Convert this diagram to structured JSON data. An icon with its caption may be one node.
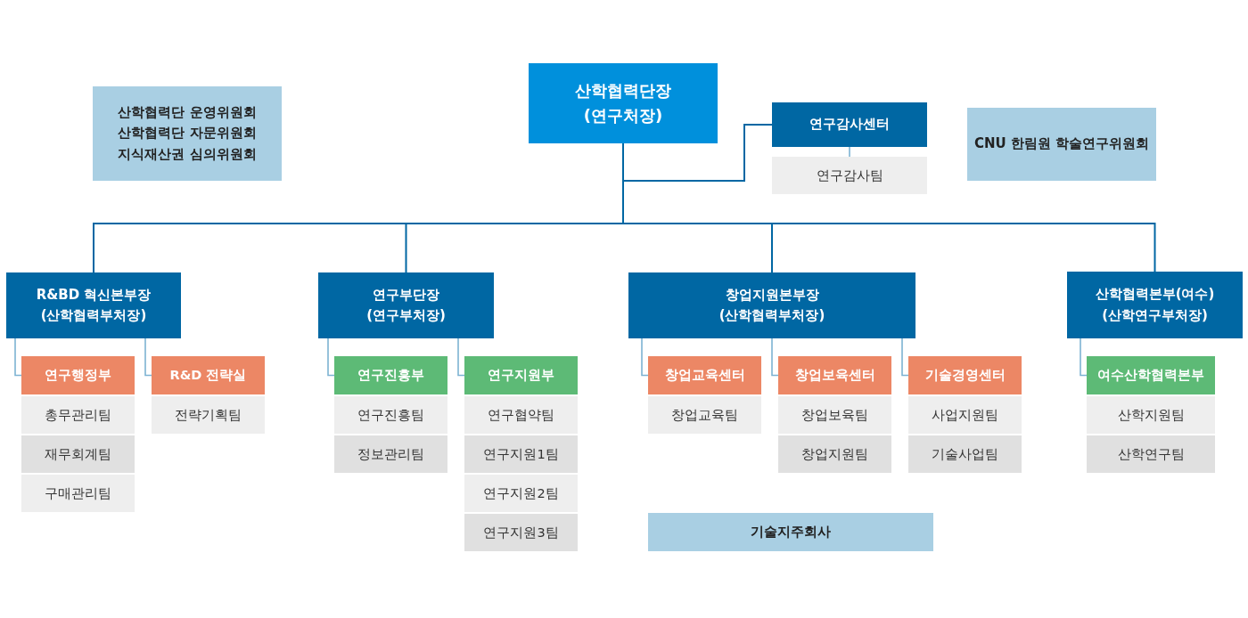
{
  "diagram": {
    "nodes": [
      {
        "text": [
          "산학협력단 운영위원회",
          "산학협력단 자문위원회",
          "지식재산권 심의위원회"
        ]
      },
      {
        "text": [
          "산학협력단장 (연구처장)"
        ]
      },
      {
        "text": [
          "연구감사센터"
        ]
      },
      {
        "text": [
          "연구감사팀"
        ]
      },
      {
        "text": [
          "CNU 한림원 학술연구위원회"
        ]
      },
      {
        "text": [
          "R&BD 혁신본부장 (산학협력부처장)"
        ]
      },
      {
        "text": [
          "연구행정부"
        ]
      },
      {
        "text": [
          "총무관리팀"
        ]
      },
      {
        "text": [
          "재무회계팀"
        ]
      },
      {
        "text": [
          "구매관리팀"
        ]
      },
      {
        "text": [
          "R&D 전략실"
        ]
      },
      {
        "text": [
          "전략기획팀"
        ]
      },
      {
        "text": [
          "연구부단장 (연구부처장)"
        ]
      },
      {
        "text": [
          "연구진흥부"
        ]
      },
      {
        "text": [
          "연구진흥팀"
        ]
      },
      {
        "text": [
          "정보관리팀"
        ]
      },
      {
        "text": [
          "연구지원부"
        ]
      },
      {
        "text": [
          "연구협약팀"
        ]
      },
      {
        "text": [
          "연구지원1팀"
        ]
      },
      {
        "text": [
          "연구지원2팀"
        ]
      },
      {
        "text": [
          "연구지원3팀"
        ]
      },
      {
        "text": [
          "창업지원본부장 (산학협력부처장)"
        ]
      },
      {
        "text": [
          "창업교육센터"
        ]
      },
      {
        "text": [
          "창업교육팀"
        ]
      },
      {
        "text": [
          "창업보육센터"
        ]
      },
      {
        "text": [
          "창업보육팀"
        ]
      },
      {
        "text": [
          "창업지원팀"
        ]
      },
      {
        "text": [
          "기술경영센터"
        ]
      },
      {
        "text": [
          "사업지원팀"
        ]
      },
      {
        "text": [
          "기술사업팀"
        ]
      },
      {
        "text": [
          "산학협력본부(여수) (산학연구부처장)"
        ]
      },
      {
        "text": [
          "여수산학협력본부"
        ]
      },
      {
        "text": [
          "산학지원팀"
        ]
      },
      {
        "text": [
          "산학연구팀"
        ]
      },
      {
        "text": [
          "기술지주회사"
        ]
      }
    ],
    "edges": [
      {
        "from": 1,
        "to": 2,
        "arrow": "none",
        "color": "#0067a3"
      },
      {
        "from": 1,
        "to": 5,
        "arrow": "none",
        "color": "#0067a3"
      },
      {
        "from": 1,
        "to": 12,
        "arrow": "none",
        "color": "#0067a3"
      },
      {
        "from": 1,
        "to": 21,
        "arrow": "none",
        "color": "#0067a3"
      },
      {
        "from": 1,
        "to": 30,
        "arrow": "none",
        "color": "#0067a3"
      },
      {
        "from": 2,
        "to": 3,
        "arrow": "none"
      },
      {
        "from": 5,
        "to": 6,
        "arrow": "none"
      },
      {
        "from": 5,
        "to": 10,
        "arrow": "none"
      },
      {
        "from": 12,
        "to": 13,
        "arrow": "none"
      },
      {
        "from": 12,
        "to": 16,
        "arrow": "none"
      },
      {
        "from": 21,
        "to": 22,
        "arrow": "none"
      },
      {
        "from": 21,
        "to": 24,
        "arrow": "none"
      },
      {
        "from": 21,
        "to": 27,
        "arrow": "none"
      },
      {
        "from": 30,
        "to": 31,
        "arrow": "none"
      }
    ]
  }
}
